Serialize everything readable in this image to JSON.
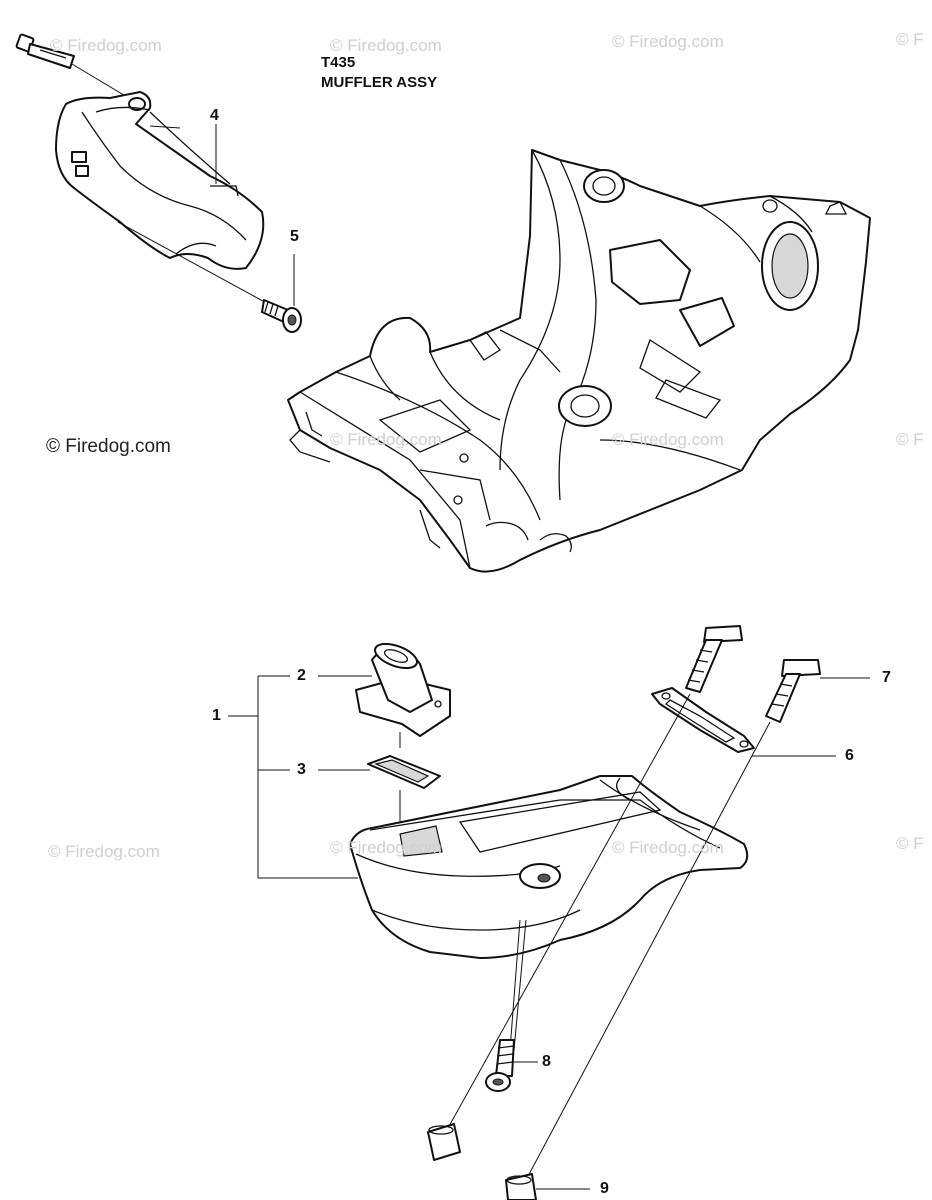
{
  "header": {
    "model": "T435",
    "assembly": "MUFFLER ASSY"
  },
  "watermark": {
    "text": "© Firedog.com",
    "edge_text": "© F"
  },
  "callouts": {
    "c1": "1",
    "c2": "2",
    "c3": "3",
    "c4": "4",
    "c5": "5",
    "c6": "6",
    "c7": "7",
    "c8": "8",
    "c9": "9"
  },
  "colors": {
    "ink": "#111111",
    "watermark": "#cfcfcf",
    "background": "#ffffff"
  }
}
